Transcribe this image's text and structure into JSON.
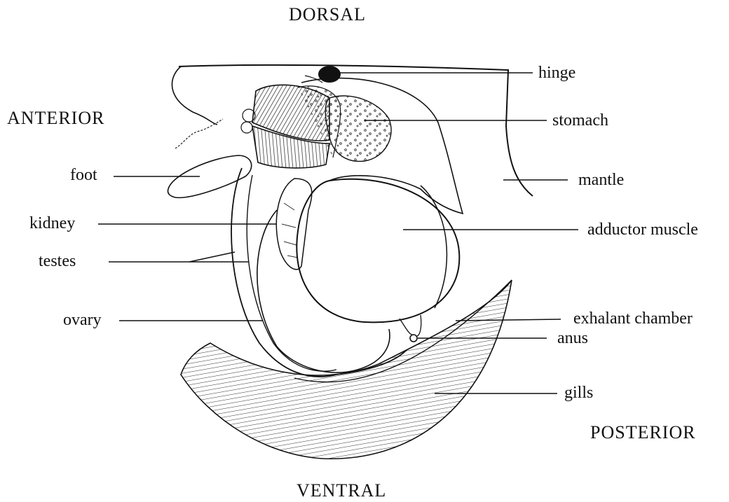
{
  "orientation": {
    "dorsal": "DORSAL",
    "ventral": "VENTRAL",
    "anterior": "ANTERIOR",
    "posterior": "POSTERIOR"
  },
  "labels": {
    "hinge": "hinge",
    "stomach": "stomach",
    "mantle": "mantle",
    "adductor_muscle": "adductor muscle",
    "exhalant_chamber": "exhalant chamber",
    "anus": "anus",
    "gills": "gills",
    "foot": "foot",
    "kidney": "kidney",
    "testes": "testes",
    "ovary": "ovary"
  }
}
